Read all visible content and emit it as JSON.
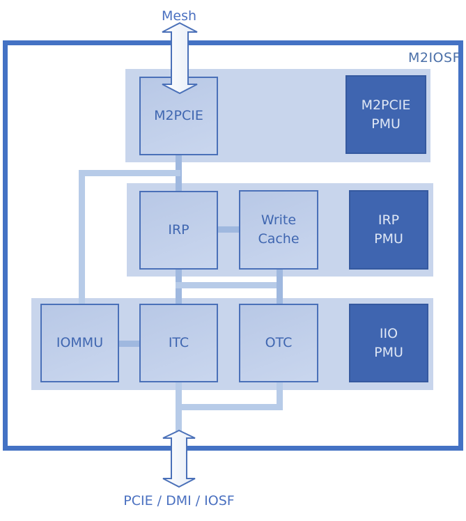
{
  "diagram": {
    "container": {
      "label": "M2IOSF"
    },
    "external": {
      "top": "Mesh",
      "bottom": "PCIE / DMI / IOSF"
    },
    "rows": [
      {
        "blocks": [
          {
            "label": "M2PCIE"
          }
        ],
        "pmu": "M2PCIE\nPMU"
      },
      {
        "blocks": [
          {
            "label": "IRP"
          },
          {
            "label": "Write\nCache"
          }
        ],
        "pmu": "IRP\nPMU"
      },
      {
        "blocks": [
          {
            "label": "IOMMU"
          },
          {
            "label": "ITC"
          },
          {
            "label": "OTC"
          }
        ],
        "pmu": "IIO\nPMU"
      }
    ],
    "connections": [
      [
        "Mesh",
        "M2PCIE"
      ],
      [
        "M2PCIE",
        "IRP"
      ],
      [
        "M2PCIE",
        "IOMMU"
      ],
      [
        "IRP",
        "Write Cache"
      ],
      [
        "IRP",
        "ITC"
      ],
      [
        "Write Cache",
        "OTC"
      ],
      [
        "IOMMU",
        "ITC"
      ],
      [
        "ITC",
        "PCIE / DMI / IOSF"
      ],
      [
        "OTC",
        "PCIE / DMI / IOSF"
      ]
    ],
    "colors": {
      "frame": "#4472c4",
      "band": "#c8d5ec",
      "block_border": "#4a70b8",
      "pmu_fill": "#3f65b0",
      "wire": "#b7cbe8"
    }
  }
}
